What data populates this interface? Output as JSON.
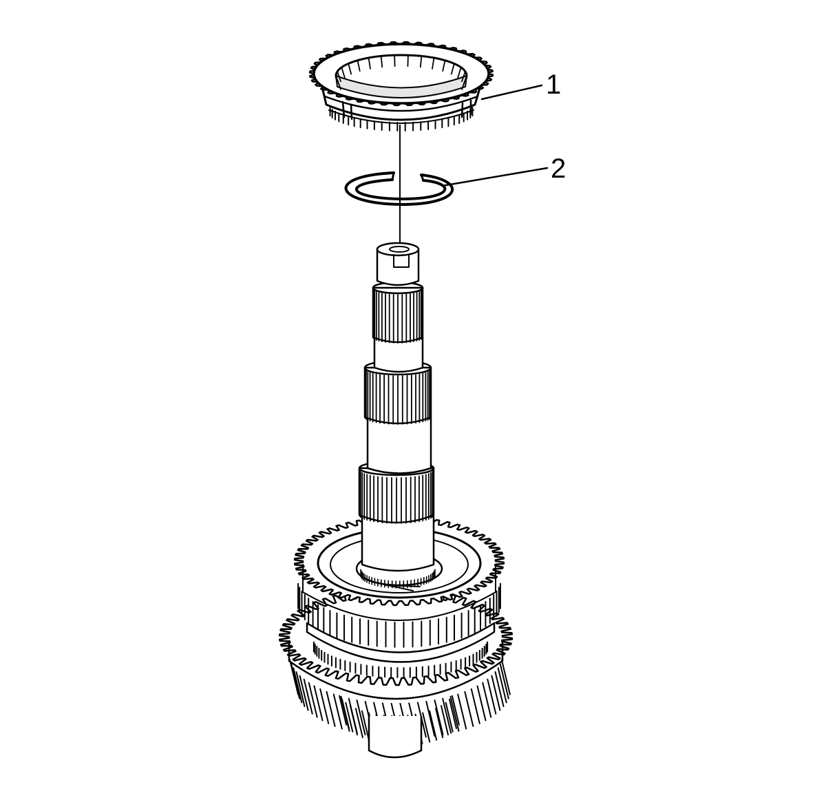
{
  "callouts": [
    {
      "number": "1",
      "part": "synchronizer-ring"
    },
    {
      "number": "2",
      "part": "retaining-ring"
    }
  ],
  "colors": {
    "line": "#000000",
    "background": "#ffffff",
    "shade": "#e6e6e6"
  }
}
